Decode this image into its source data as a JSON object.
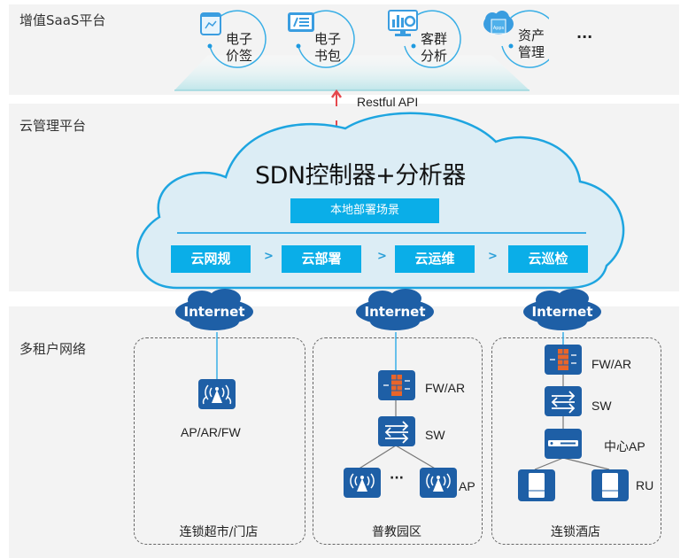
{
  "layers": {
    "saas": {
      "label": "增值SaaS平台",
      "services": [
        {
          "line1": "电子",
          "line2": "价签",
          "icon": "price-tag-screen-icon"
        },
        {
          "line1": "电子",
          "line2": "书包",
          "icon": "ebook-document-icon"
        },
        {
          "line1": "客群",
          "line2": "分析",
          "icon": "analytics-monitor-icon"
        },
        {
          "line1": "资产",
          "line2": "管理",
          "icon": "apps-cloud-icon"
        }
      ],
      "more": "···"
    },
    "api_label": "Restful API",
    "cloud_mgmt": {
      "label": "云管理平台",
      "title": "SDN控制器+分析器",
      "subtitle": "本地部署场景",
      "steps": [
        "云网规",
        "云部署",
        "云运维",
        "云巡检"
      ],
      "step_separator": ">"
    },
    "tenant": {
      "label": "多租户网络",
      "internet_label": "Internet",
      "sites": [
        {
          "name": "连锁超市/门店",
          "devices": [
            "AP/AR/FW"
          ]
        },
        {
          "name": "普教园区",
          "devices": [
            "FW/AR",
            "SW",
            "AP"
          ],
          "ellipsis": "···"
        },
        {
          "name": "连锁酒店",
          "devices": [
            "FW/AR",
            "SW",
            "中心AP",
            "RU"
          ]
        }
      ]
    }
  },
  "colors": {
    "band_bg": "#f3f3f3",
    "cloud_fill": "#dcedf5",
    "cloud_stroke": "#1ea5e0",
    "step_bg": "#0aaee8",
    "device_bg": "#1e5fa6",
    "firewall_orange": "#e8652a",
    "internet_cloud": "#1e5fa6",
    "api_arrow": "#e5484d"
  }
}
